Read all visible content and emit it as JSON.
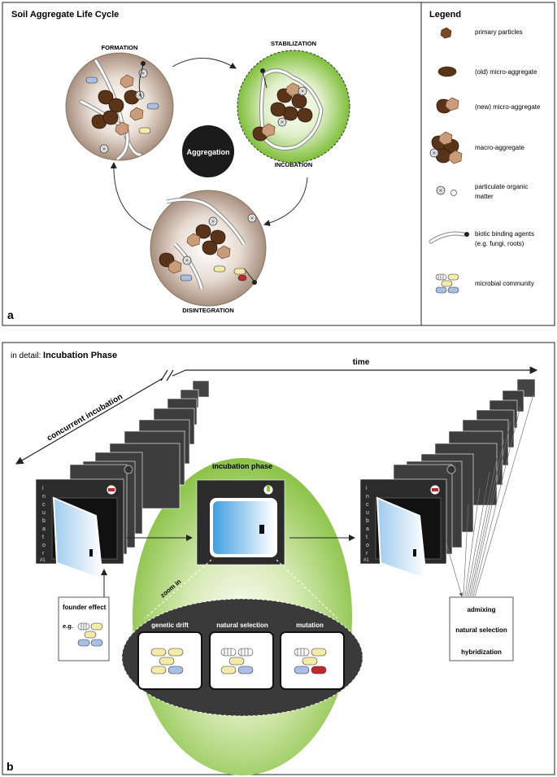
{
  "panel_a": {
    "title": "Soil Aggregate  Life Cycle",
    "corner_label": "a",
    "center_label": "Aggregation",
    "stages": {
      "formation": "FORMATION",
      "stabilization": "STABILIZATION",
      "incubation": "INCUBATION",
      "disintegration": "DISINTEGRATION"
    },
    "legend": {
      "heading": "Legend",
      "items": [
        {
          "line1": "primary particles",
          "line2": ""
        },
        {
          "line1": "(old) micro-aggregate",
          "line2": ""
        },
        {
          "line1": "(new) micro-aggregate",
          "line2": ""
        },
        {
          "line1": "macro-aggregate",
          "line2": ""
        },
        {
          "line1": "particulate organic",
          "line2": "matter"
        },
        {
          "line1": "biotic binding agents",
          "line2": "(e.g. fungi, roots)"
        },
        {
          "line1": "microbial community",
          "line2": ""
        }
      ]
    }
  },
  "panel_b": {
    "corner_label": "b",
    "heading_prefix": "in detail: ",
    "heading_bold": "Incubation Phase",
    "time_label": "time",
    "concurrent_label": "concurrent incubation",
    "incubation_phase_label": "incubation phase",
    "zoom_label": "zoom in",
    "incubator_letters": [
      "i",
      "n",
      "c",
      "u",
      "b",
      "a",
      "t",
      "o",
      "r"
    ],
    "incubator_number": "#1",
    "founder": {
      "title": "founder effect",
      "eg": "e.g."
    },
    "processes": [
      "genetic drift",
      "natural selection",
      "mutation"
    ],
    "outcomes": [
      "admixing",
      "natural selection",
      "hybridization"
    ]
  },
  "colors": {
    "green": "#8dc63f",
    "dark_panel": "#3a3a3a",
    "yellow_cell": "#f5eba8",
    "blue_cell": "#a9bfe6",
    "red_cell": "#c1272d",
    "brown": "#6b3f1d"
  }
}
